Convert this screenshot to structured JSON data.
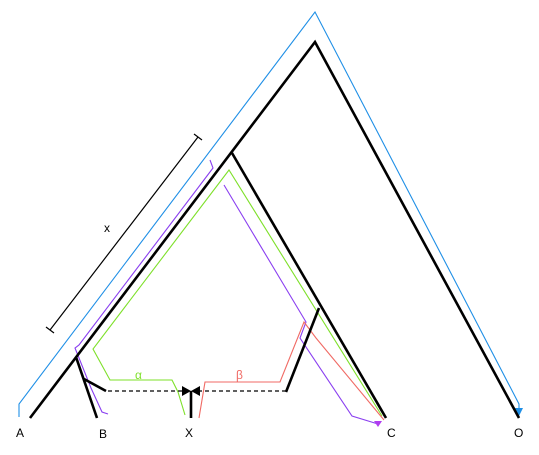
{
  "leaves": {
    "a": "A",
    "b": "B",
    "x": "X",
    "c": "C",
    "o": "O"
  },
  "annotations": {
    "branch_length": "x",
    "alpha": "α",
    "beta": "β"
  },
  "colors": {
    "tree": "#000000",
    "outer_path": "#1f8fe6",
    "purple_path": "#8a3ff0",
    "green_path": "#7ee02a",
    "red_path": "#f06a64"
  }
}
